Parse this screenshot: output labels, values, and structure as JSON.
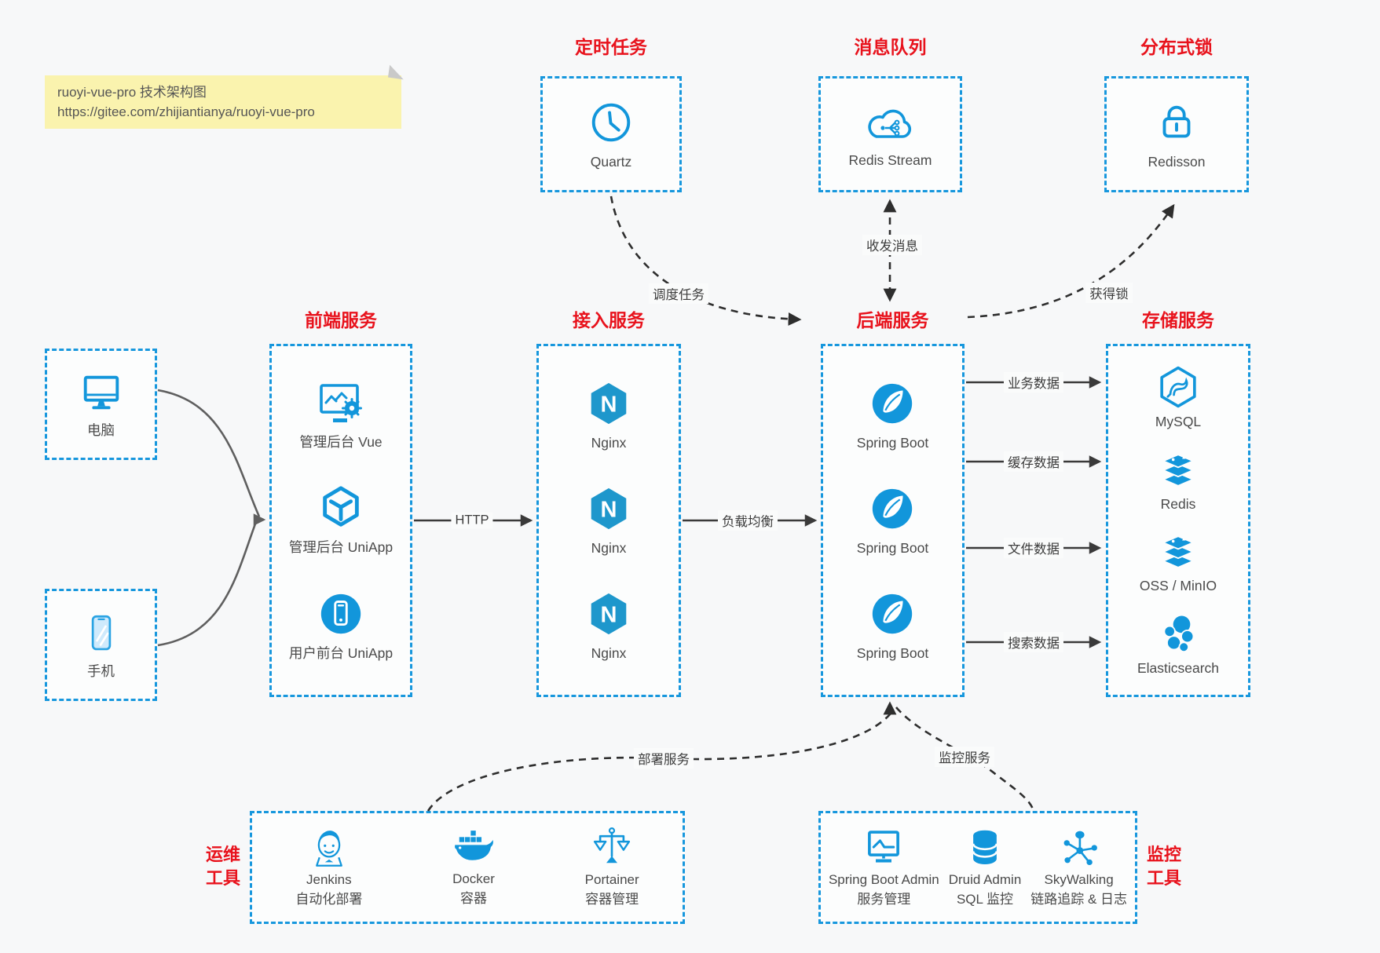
{
  "colors": {
    "accent_dash_blue": "#1797dd",
    "icon_blue": "#1296db",
    "title_red": "#e8121c",
    "canvas_bg": "#f7f8f9",
    "note_bg": "#faf3ae"
  },
  "note": {
    "line1": "ruoyi-vue-pro 技术架构图",
    "line2": "https://gitee.com/zhijiantianya/ruoyi-vue-pro"
  },
  "top_services": [
    {
      "title": "定时任务",
      "label": "Quartz",
      "icon": "clock-icon"
    },
    {
      "title": "消息队列",
      "label": "Redis Stream",
      "icon": "cloud-network-icon"
    },
    {
      "title": "分布式锁",
      "label": "Redisson",
      "icon": "lock-icon"
    }
  ],
  "clients": [
    {
      "label": "电脑",
      "icon": "desktop-icon"
    },
    {
      "label": "手机",
      "icon": "phone-icon"
    }
  ],
  "frontend": {
    "title": "前端服务",
    "items": [
      {
        "label": "管理后台 Vue",
        "icon": "admin-vue-icon"
      },
      {
        "label": "管理后台 UniApp",
        "icon": "uniapp-cube-icon"
      },
      {
        "label": "用户前台 UniApp",
        "icon": "user-app-icon"
      }
    ]
  },
  "gateway": {
    "title": "接入服务",
    "items": [
      {
        "label": "Nginx",
        "icon": "nginx-icon"
      },
      {
        "label": "Nginx",
        "icon": "nginx-icon"
      },
      {
        "label": "Nginx",
        "icon": "nginx-icon"
      }
    ]
  },
  "backend": {
    "title": "后端服务",
    "items": [
      {
        "label": "Spring Boot",
        "icon": "spring-boot-icon"
      },
      {
        "label": "Spring Boot",
        "icon": "spring-boot-icon"
      },
      {
        "label": "Spring Boot",
        "icon": "spring-boot-icon"
      }
    ]
  },
  "storage": {
    "title": "存储服务",
    "items": [
      {
        "label": "MySQL",
        "icon": "mysql-icon"
      },
      {
        "label": "Redis",
        "icon": "redis-stack-icon"
      },
      {
        "label": "OSS / MinIO",
        "icon": "oss-stack-icon"
      },
      {
        "label": "Elasticsearch",
        "icon": "elasticsearch-icon"
      }
    ]
  },
  "edges": {
    "http": "HTTP",
    "load_balance": "负载均衡",
    "business_data": "业务数据",
    "cache_data": "缓存数据",
    "file_data": "文件数据",
    "search_data": "搜索数据",
    "send_receive_message": "收发消息",
    "schedule_task": "调度任务",
    "acquire_lock": "获得锁",
    "deploy_service": "部署服务",
    "monitor_service": "监控服务"
  },
  "ops_tools": {
    "title_line1": "运维",
    "title_line2": "工具",
    "items": [
      {
        "name": "Jenkins",
        "desc": "自动化部署",
        "icon": "jenkins-icon"
      },
      {
        "name": "Docker",
        "desc": "容器",
        "icon": "docker-icon"
      },
      {
        "name": "Portainer",
        "desc": "容器管理",
        "icon": "portainer-icon"
      }
    ]
  },
  "monitor_tools": {
    "title_line1": "监控",
    "title_line2": "工具",
    "items": [
      {
        "name": "Spring Boot Admin",
        "desc": "服务管理",
        "icon": "spring-boot-admin-icon"
      },
      {
        "name": "Druid Admin",
        "desc": "SQL 监控",
        "icon": "druid-icon"
      },
      {
        "name": "SkyWalking",
        "desc": "链路追踪 & 日志",
        "icon": "skywalking-icon"
      }
    ]
  },
  "icons": {
    "nginx_letter": "N"
  }
}
